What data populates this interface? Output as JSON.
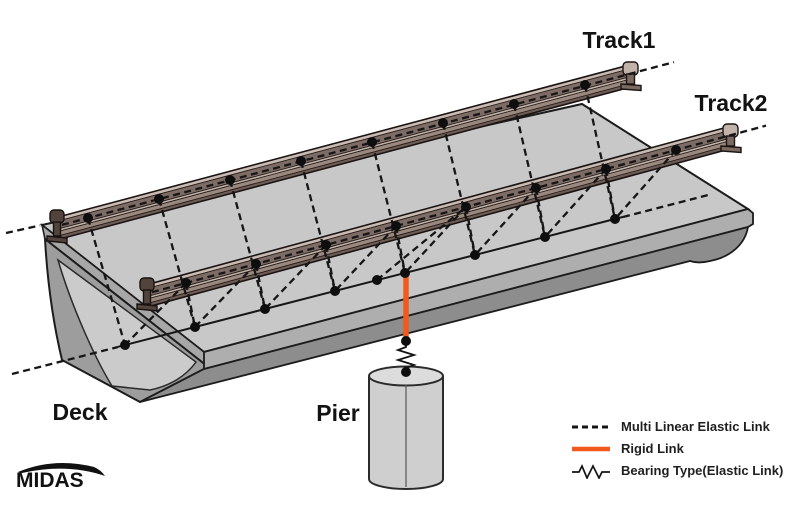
{
  "labels": {
    "track1": "Track1",
    "track2": "Track2",
    "deck": "Deck",
    "pier": "Pier"
  },
  "legend": {
    "items": [
      {
        "label": "Multi Linear Elastic Link",
        "swatch": "dashed-black-line"
      },
      {
        "label": "Rigid Link",
        "swatch": "solid-orange-line"
      },
      {
        "label": "Bearing Type(Elastic Link)",
        "swatch": "spring-symbol"
      }
    ]
  },
  "logo": {
    "text": "MIDAS"
  },
  "colors": {
    "rigid_link": "#F2591D",
    "link_line": "#161616",
    "node_fill": "#0E0E0E",
    "deck_top": "#C8C8C8",
    "deck_slab_side": "#AEAEAE",
    "deck_girder_side": "#8D8D8D",
    "rail_top": "#C9BBB3",
    "rail_head": "#7D6B65",
    "pier_body": "#CFCFCF"
  },
  "structure": {
    "track1_node_count": 8,
    "track2_node_count": 8,
    "deck_node_count": 9
  }
}
